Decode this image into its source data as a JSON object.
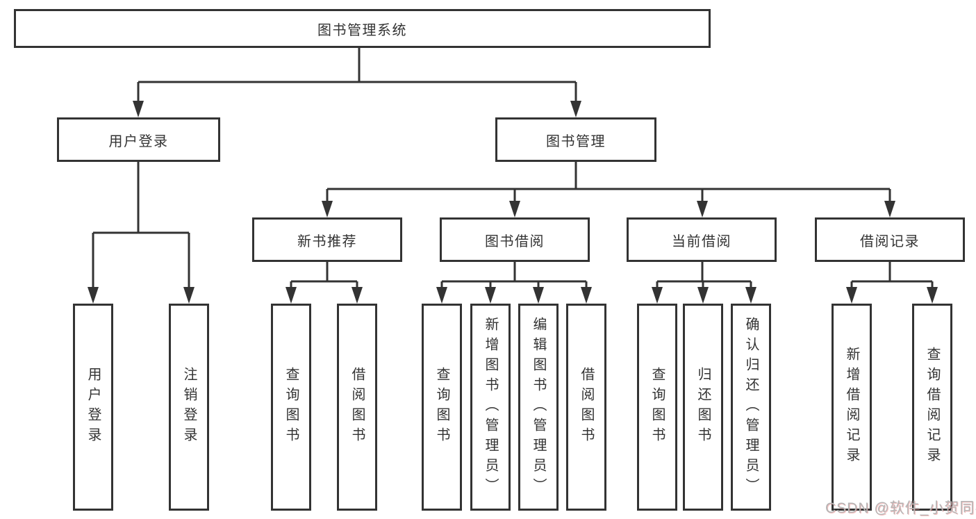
{
  "watermark": "CSDN @软件_小贺同学",
  "colors": {
    "line": "#333333",
    "box_fill": "#ffffff",
    "text": "#333333",
    "watermark": "#b5b5b5",
    "background": "#ffffff"
  },
  "nodes": {
    "root": {
      "id": "library-management-system",
      "label": "图书管理系统"
    },
    "level2": [
      {
        "id": "user-login",
        "label": "用户登录",
        "parent": "图书管理系统"
      },
      {
        "id": "book-management",
        "label": "图书管理",
        "parent": "图书管理系统"
      }
    ],
    "level3": [
      {
        "id": "new-book-recommend",
        "label": "新书推荐",
        "parent": "图书管理"
      },
      {
        "id": "book-borrow",
        "label": "图书借阅",
        "parent": "图书管理"
      },
      {
        "id": "current-borrow",
        "label": "当前借阅",
        "parent": "图书管理"
      },
      {
        "id": "borrow-records",
        "label": "借阅记录",
        "parent": "图书管理"
      }
    ],
    "leaves": [
      {
        "id": "user-login-action",
        "label": "用户登录",
        "parent": "用户登录"
      },
      {
        "id": "logout",
        "label": "注销登录",
        "parent": "用户登录"
      },
      {
        "id": "query-books-recommend",
        "label": "查询图书",
        "parent": "新书推荐"
      },
      {
        "id": "borrow-books-recommend",
        "label": "借阅图书",
        "parent": "新书推荐"
      },
      {
        "id": "query-books-borrow",
        "label": "查询图书",
        "parent": "图书借阅"
      },
      {
        "id": "add-book-admin",
        "label": "新增图书（管理员）",
        "parent": "图书借阅"
      },
      {
        "id": "edit-book-admin",
        "label": "编辑图书（管理员）",
        "parent": "图书借阅"
      },
      {
        "id": "borrow-books",
        "label": "借阅图书",
        "parent": "图书借阅"
      },
      {
        "id": "query-books-current",
        "label": "查询图书",
        "parent": "当前借阅"
      },
      {
        "id": "return-book",
        "label": "归还图书",
        "parent": "当前借阅"
      },
      {
        "id": "confirm-return-admin",
        "label": "确认归还（管理员）",
        "parent": "当前借阅"
      },
      {
        "id": "add-borrow-record",
        "label": "新增借阅记录",
        "parent": "借阅记录"
      },
      {
        "id": "query-borrow-record",
        "label": "查询借阅记录",
        "parent": "借阅记录"
      }
    ]
  }
}
